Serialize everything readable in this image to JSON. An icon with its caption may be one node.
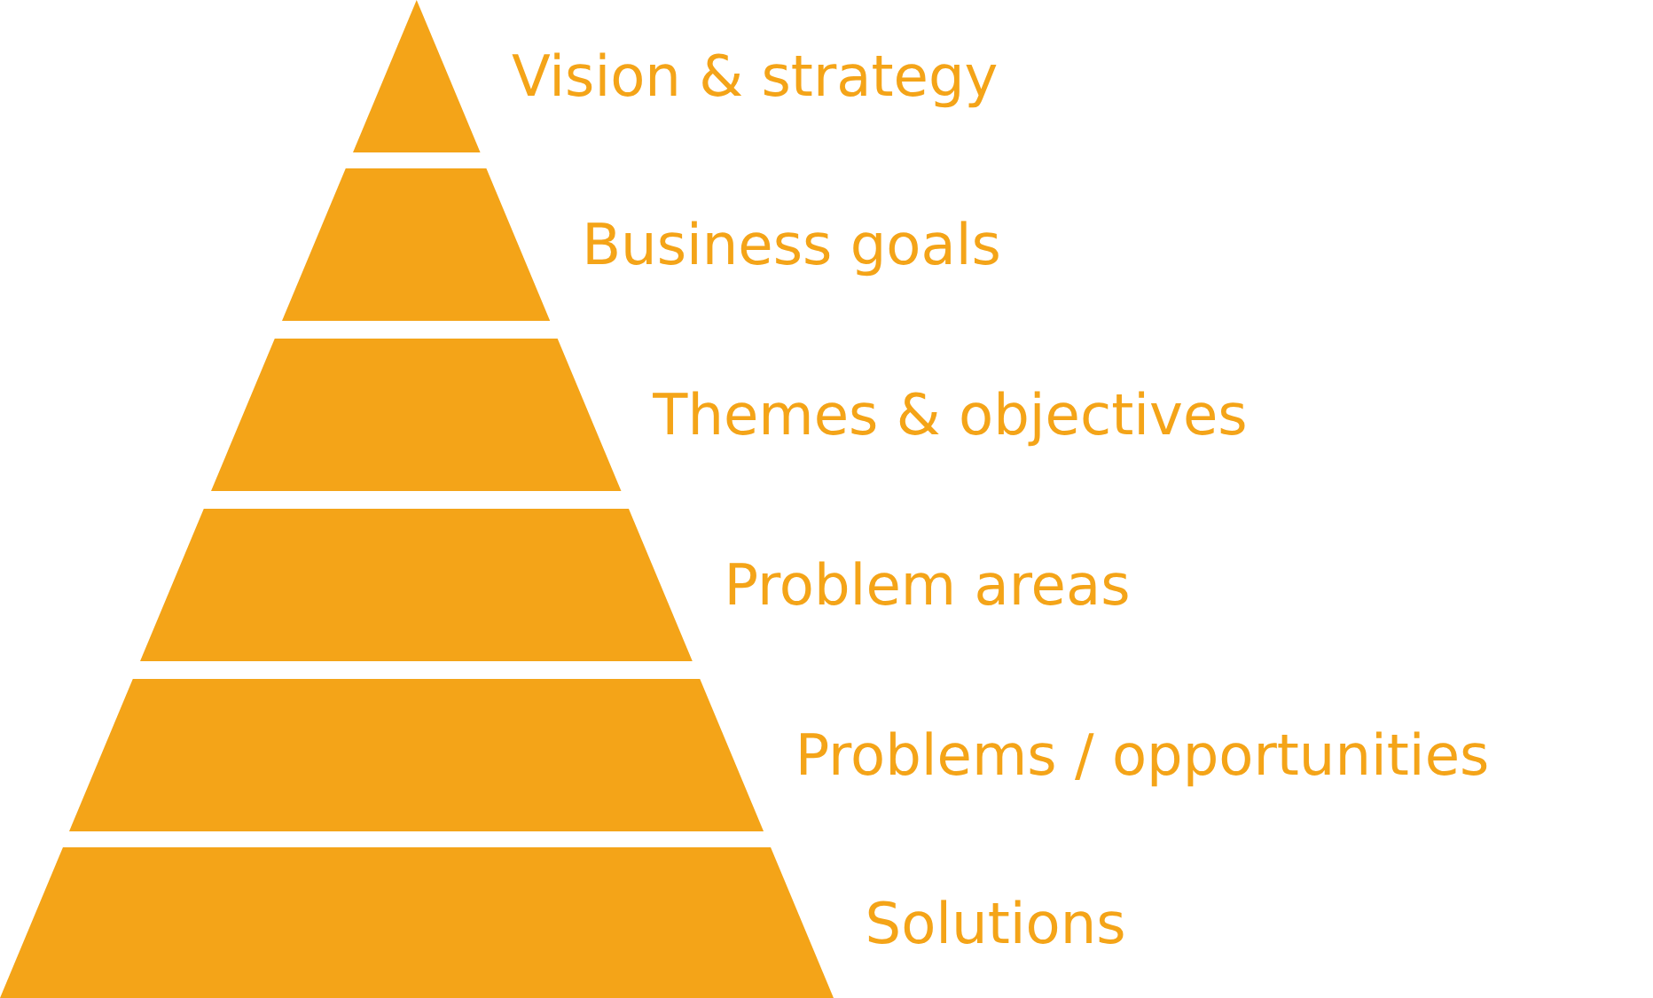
{
  "diagram": {
    "nodes": [
      {
        "text": [
          "Vision & strategy"
        ]
      },
      {
        "text": [
          "Business goals"
        ]
      },
      {
        "text": [
          "Themes & objectives"
        ]
      },
      {
        "text": [
          "Problem areas"
        ]
      },
      {
        "text": [
          "Problems / opportunities"
        ]
      },
      {
        "text": [
          "Solutions"
        ]
      }
    ]
  }
}
